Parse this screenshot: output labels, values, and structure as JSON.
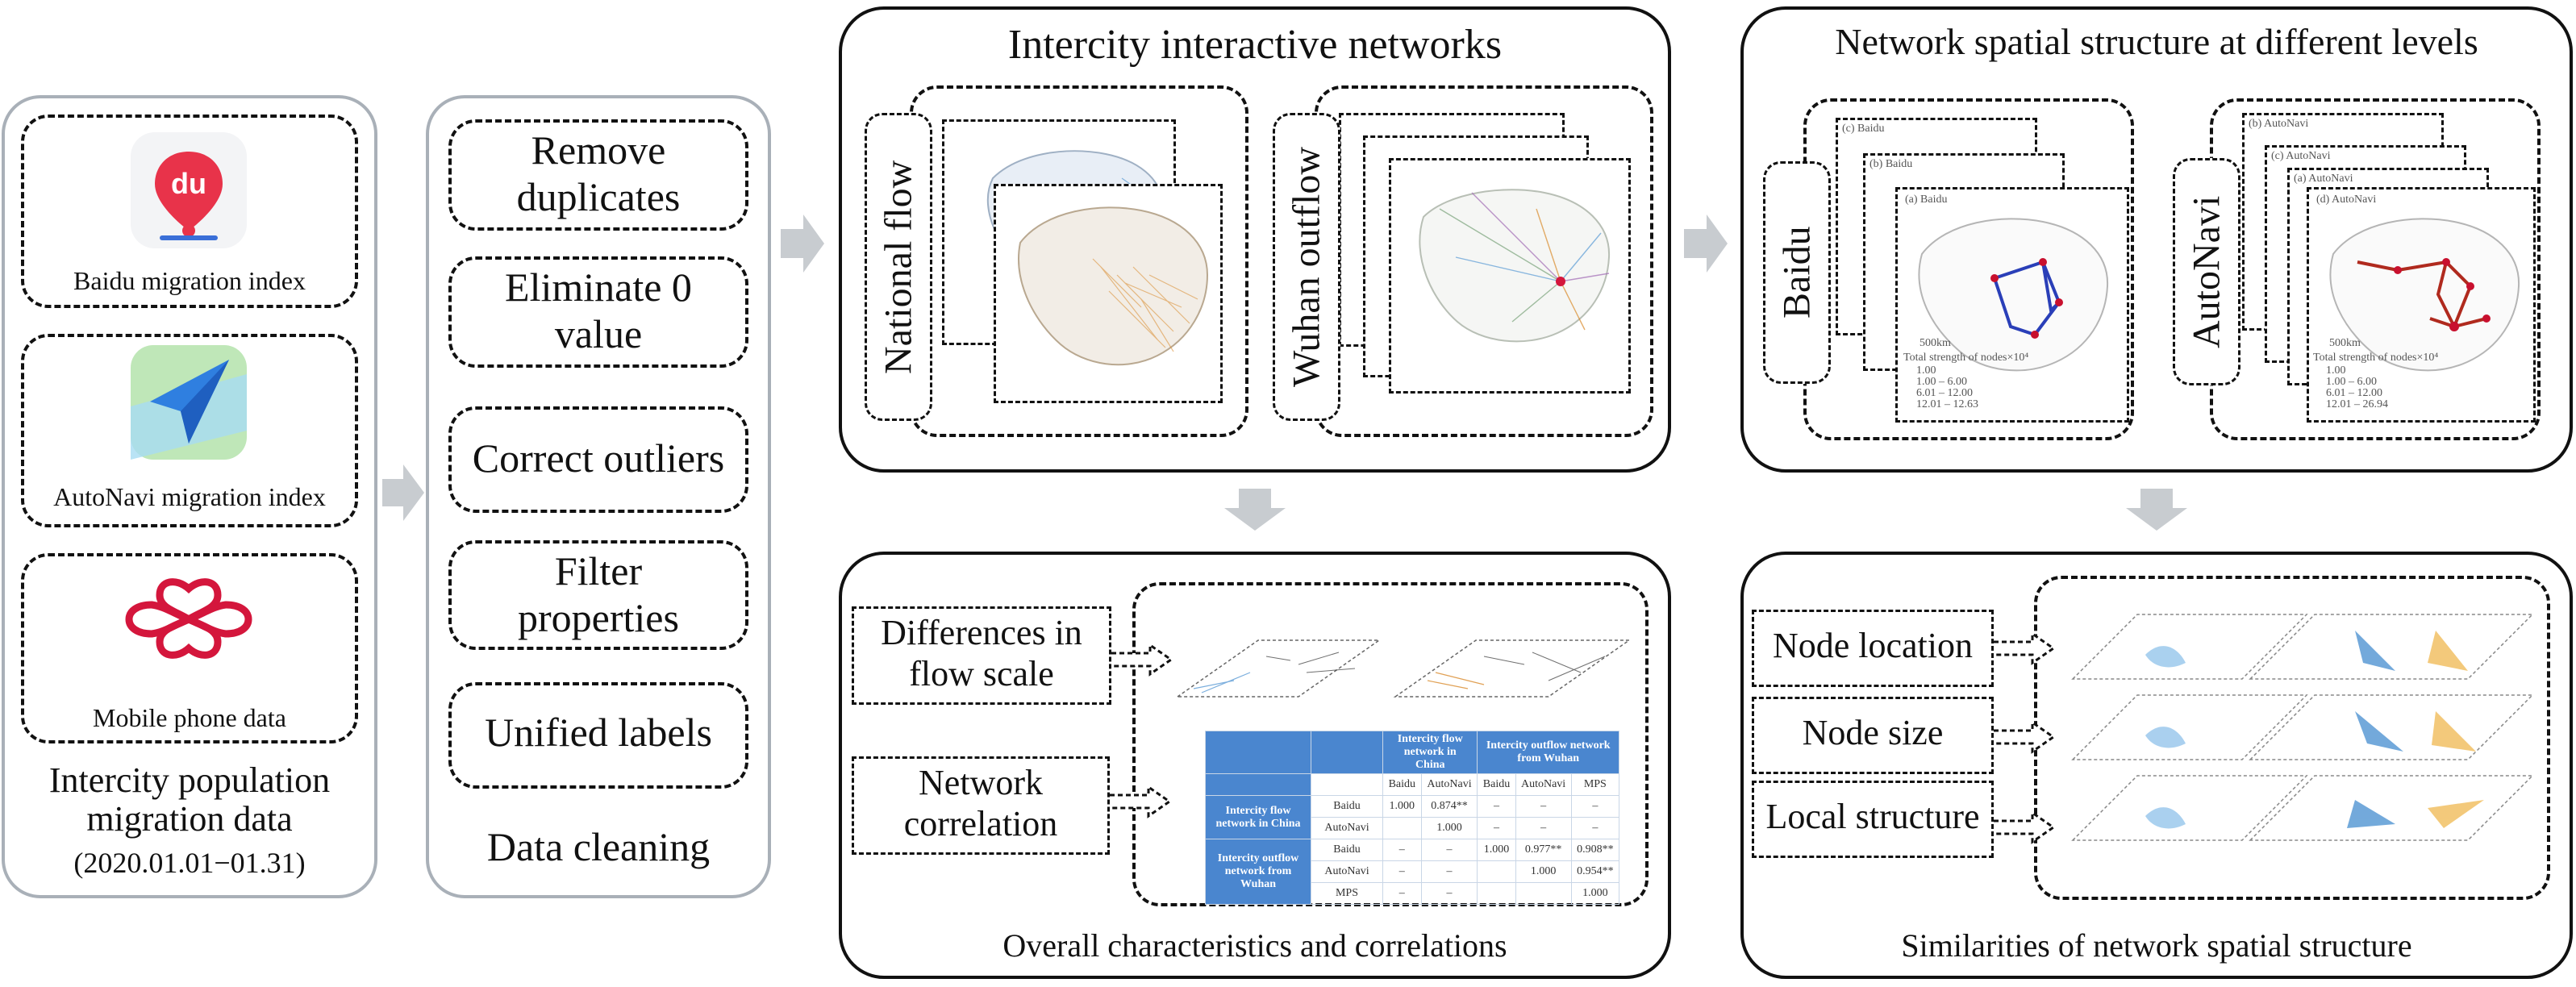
{
  "sources": {
    "baidu_label": "Baidu migration index",
    "autonavi_label": "AutoNavi migration index",
    "mobile_label": "Mobile phone data",
    "baidu_logo_text": "du",
    "title": "Intercity population migration data",
    "date": "(2020.01.01−01.31)"
  },
  "cleaning": {
    "steps": [
      "Remove duplicates",
      "Eliminate 0 value",
      "Correct outliers",
      "Filter properties",
      "Unified labels"
    ],
    "title": "Data cleaning"
  },
  "networks": {
    "title": "Intercity interactive networks",
    "national_label": "National flow",
    "wuhan_label": "Wuhan outflow"
  },
  "spatial": {
    "title": "Network spatial structure at different levels",
    "baidu_label": "Baidu",
    "autonavi_label": "AutoNavi"
  },
  "overall": {
    "title": "Overall characteristics and correlations",
    "diff_label": "Differences in flow scale",
    "corr_label": "Network correlation"
  },
  "similarity": {
    "title": "Similarities of network spatial structure",
    "node_location": "Node location",
    "node_size": "Node size",
    "local_structure": "Local structure"
  },
  "corr_table": {
    "header_china": "Intercity flow network in China",
    "header_wuhan": "Intercity outflow network from Wuhan",
    "cols": [
      "Baidu",
      "AutoNavi",
      "Baidu",
      "AutoNavi",
      "MPS"
    ],
    "rows": [
      {
        "group": "Intercity flow network in China",
        "name": "Baidu",
        "cells": [
          "1.000",
          "0.874**",
          "–",
          "–",
          "–"
        ]
      },
      {
        "group": "",
        "name": "AutoNavi",
        "cells": [
          "",
          "1.000",
          "–",
          "–",
          "–"
        ]
      },
      {
        "group": "Intercity outflow network from Wuhan",
        "name": "Baidu",
        "cells": [
          "–",
          "–",
          "1.000",
          "0.977**",
          "0.908**"
        ]
      },
      {
        "group": "",
        "name": "AutoNavi",
        "cells": [
          "–",
          "–",
          "",
          "1.000",
          "0.954**"
        ]
      },
      {
        "group": "",
        "name": "MPS",
        "cells": [
          "–",
          "–",
          "",
          "",
          "1.000"
        ]
      }
    ]
  },
  "map_captions": {
    "baidu_a": "(a) Baidu",
    "baidu_b": "(b) Baidu",
    "baidu_c": "(c) Baidu",
    "autonavi_a": "(a) AutoNavi",
    "autonavi_b": "(b) AutoNavi",
    "autonavi_c": "(c) AutoNavi",
    "autonavi_d": "(d) AutoNavi",
    "baidu_legend_title": "Total strength of nodes×10⁴",
    "baidu_legend": [
      "1.00",
      "1.00 – 6.00",
      "6.01 – 12.00",
      "12.01 – 12.63"
    ],
    "autonavi_legend_title": "Total strength of nodes×10⁴",
    "autonavi_legend": [
      "1.00",
      "1.00 – 6.00",
      "6.01 – 12.00",
      "12.01 – 26.94"
    ],
    "scale": "500km"
  },
  "colors": {
    "grey_panel": "#a9b0b8",
    "arrow": "#c8ccd0",
    "baidu_red": "#e8334a",
    "autonavi_blue": "#3a8ee6",
    "unicom_red": "#d4163c",
    "table_blue": "#4a86cf",
    "flow_orange": "#d98a2b",
    "flow_blue": "#5b9bd5"
  },
  "icons": {
    "baidu": "baidu-map-logo-icon",
    "autonavi": "autonavi-paper-plane-icon",
    "mobile": "china-unicom-knot-icon"
  }
}
